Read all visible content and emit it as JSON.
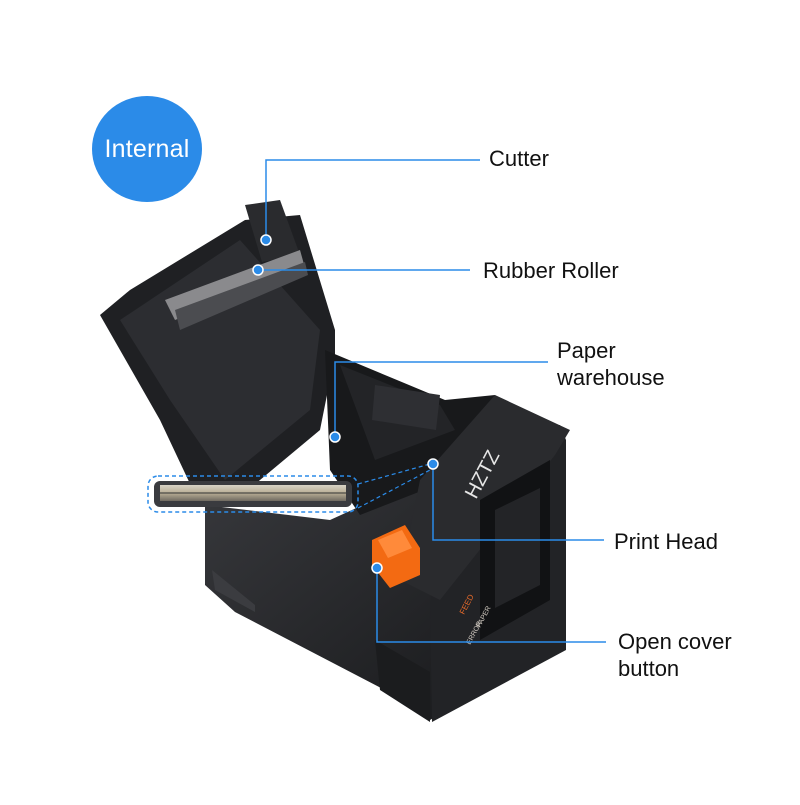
{
  "badge": {
    "text": "Internal",
    "color": "#2b8be8"
  },
  "brand": {
    "text": "HZTZ"
  },
  "panel": {
    "feed_text": "FEED",
    "error_text": "ERROR",
    "paper_text": "PAPER"
  },
  "callouts": {
    "cutter": "Cutter",
    "rubber_roller": "Rubber Roller",
    "paper_warehouse_line1": "Paper",
    "paper_warehouse_line2": "warehouse",
    "print_head": "Print Head",
    "open_cover_line1": "Open cover",
    "open_cover_line2": "button"
  },
  "colors": {
    "leader_line": "#2b8be8",
    "printer_body": "#26272a",
    "cover_button": "#f36a12"
  }
}
